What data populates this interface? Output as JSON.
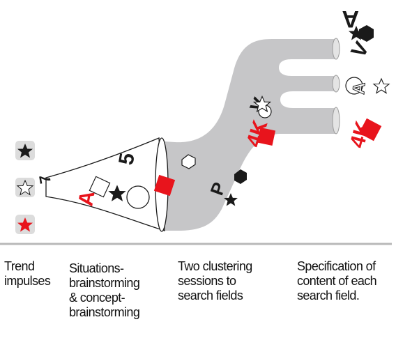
{
  "colors": {
    "red": "#e8141c",
    "black": "#1a1a1a",
    "gray": "#c6c6c8",
    "panel": "#dcdcdc",
    "line": "#b8b8b8"
  },
  "captions": [
    "Trend\nimpulses",
    "Situations-\nbrainstorming\n& concept-\nbrainstorming",
    "Two clustering\nsessions to\nsearch fields",
    "Specification of\ncontent of each\nsearch field."
  ],
  "funnel_labels": {
    "seven": "7",
    "a": "A",
    "five": "5"
  },
  "cluster_labels": {
    "four_k": "4K",
    "v": "V",
    "p": "P"
  },
  "output_labels": {
    "top_a": "A",
    "top_v": "V",
    "mid_a": "A",
    "four_k": "4K"
  },
  "icons": [
    "star-icon",
    "outline-star-icon",
    "red-star-icon",
    "square-icon",
    "circle-icon",
    "hexagon-icon"
  ]
}
